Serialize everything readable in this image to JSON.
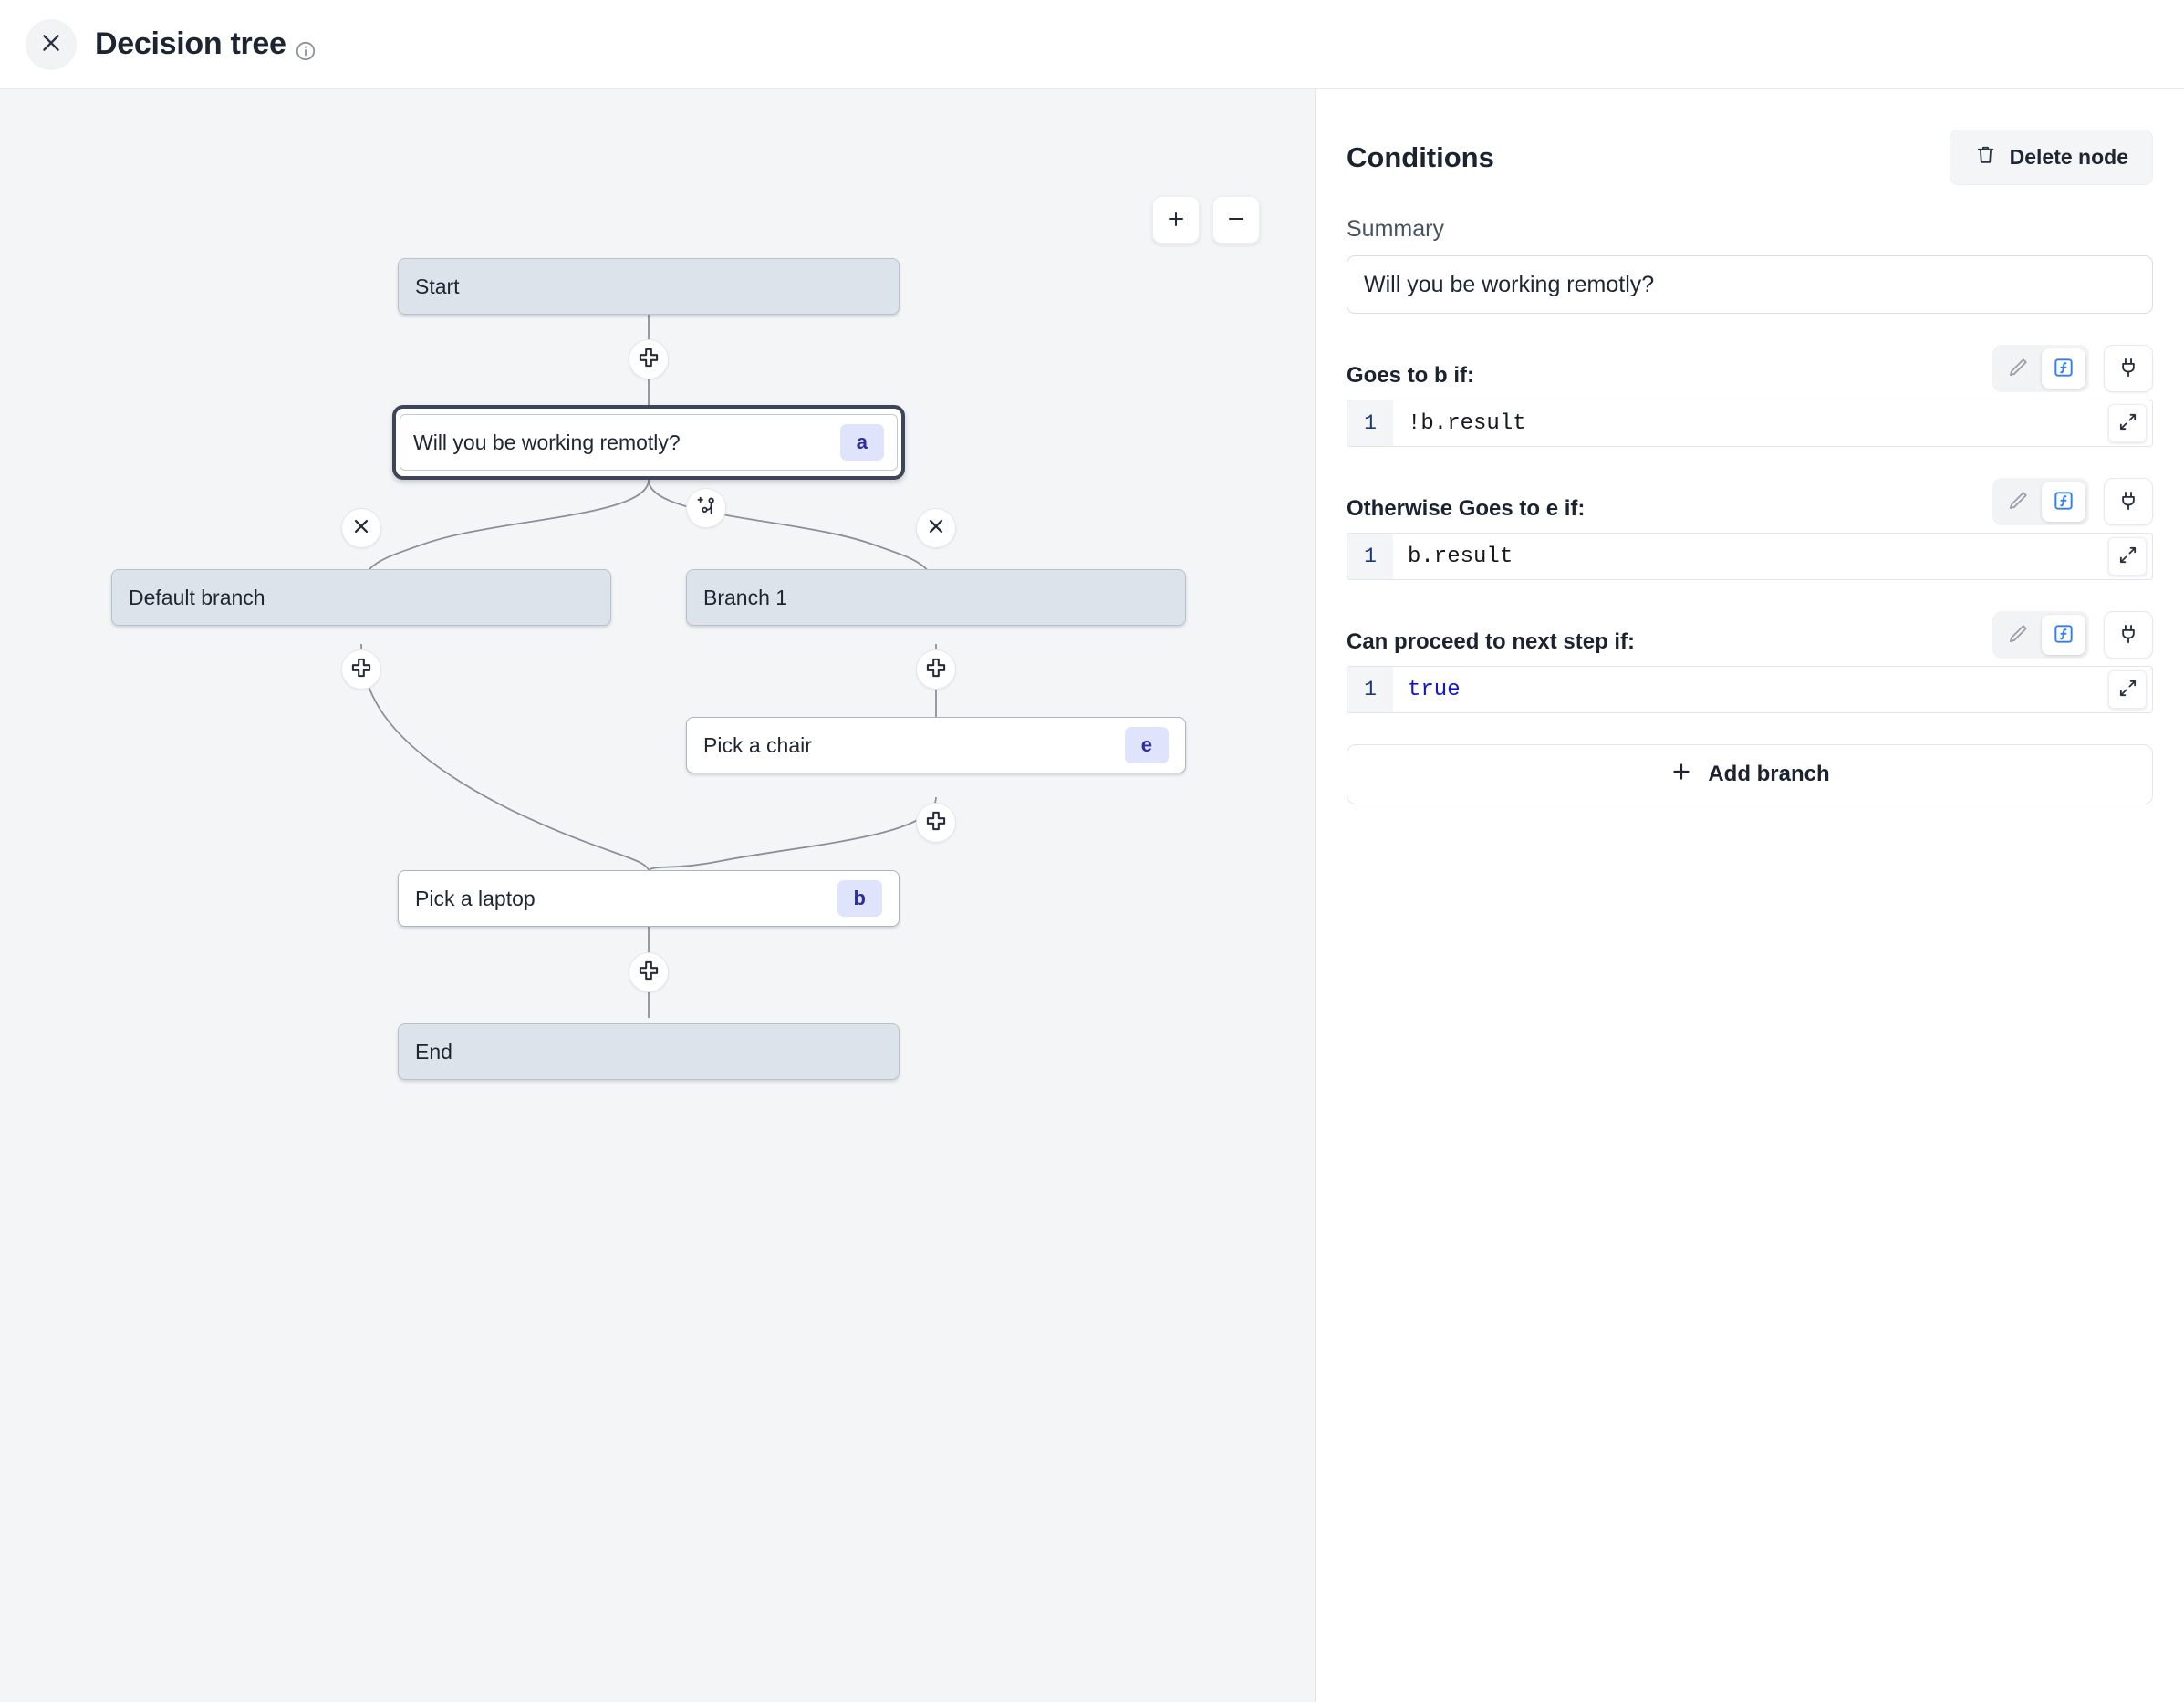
{
  "header": {
    "title": "Decision tree",
    "close_icon": "close-icon",
    "info_icon": "info-icon"
  },
  "canvas": {
    "zoom_in_label": "+",
    "zoom_out_label": "−",
    "nodes": [
      {
        "id": "start",
        "label": "Start",
        "badge": "",
        "type": "terminal"
      },
      {
        "id": "a",
        "label": "Will you be working remotly?",
        "badge": "a",
        "type": "selected"
      },
      {
        "id": "def",
        "label": "Default branch",
        "badge": "",
        "type": "terminal"
      },
      {
        "id": "br1",
        "label": "Branch 1",
        "badge": "",
        "type": "terminal"
      },
      {
        "id": "e",
        "label": "Pick a chair",
        "badge": "e",
        "type": "white"
      },
      {
        "id": "b",
        "label": "Pick a laptop",
        "badge": "b",
        "type": "white"
      },
      {
        "id": "end",
        "label": "End",
        "badge": "",
        "type": "terminal"
      }
    ],
    "handles": [
      {
        "name": "add-step-handle-1",
        "icon": "plus-icon"
      },
      {
        "name": "add-branch-handle",
        "icon": "add-branch-icon"
      },
      {
        "name": "delete-branch-handle-left",
        "icon": "close-icon"
      },
      {
        "name": "delete-branch-handle-right",
        "icon": "close-icon"
      },
      {
        "name": "add-step-handle-2",
        "icon": "plus-icon"
      },
      {
        "name": "add-step-handle-3",
        "icon": "plus-icon"
      },
      {
        "name": "add-step-handle-4",
        "icon": "plus-icon"
      },
      {
        "name": "add-step-handle-5",
        "icon": "plus-icon"
      }
    ]
  },
  "panel": {
    "title": "Conditions",
    "delete_node_label": "Delete node",
    "delete_icon": "trash-icon",
    "summary_label": "Summary",
    "summary_value": "Will you be working remotly?",
    "conditions": [
      {
        "label": "Goes to b if:",
        "line_number": "1",
        "code": "!b.result",
        "code_kind": "plain",
        "pencil_icon": "pencil-icon",
        "fx_icon": "function-icon",
        "plug_icon": "plug-icon",
        "expand_icon": "expand-icon"
      },
      {
        "label": "Otherwise Goes to e if:",
        "line_number": "1",
        "code": "b.result",
        "code_kind": "plain",
        "pencil_icon": "pencil-icon",
        "fx_icon": "function-icon",
        "plug_icon": "plug-icon",
        "expand_icon": "expand-icon"
      },
      {
        "label": "Can proceed to next step if:",
        "line_number": "1",
        "code": "true",
        "code_kind": "keyword",
        "pencil_icon": "pencil-icon",
        "fx_icon": "function-icon",
        "plug_icon": "plug-icon",
        "expand_icon": "expand-icon"
      }
    ],
    "add_branch_label": "Add branch",
    "add_branch_icon": "plus-icon"
  },
  "colors": {
    "canvas_bg": "#f4f5f7",
    "terminal_node": "#dce3ea",
    "badge_bg": "#dfe3fb",
    "badge_text": "#2c2f9c",
    "accent_blue": "#2f7ef5",
    "code_keyword": "#1414d4"
  }
}
